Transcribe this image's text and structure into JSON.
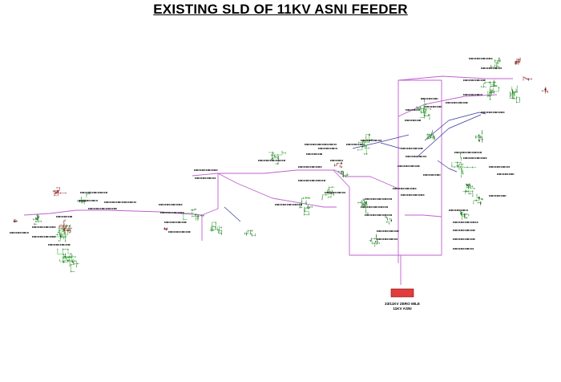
{
  "title": "EXISTING SLD OF 11KV ASNI FEEDER",
  "source": {
    "line1": "33/11KV ZERO MILE",
    "line2": "11KV ASNI"
  },
  "colors": {
    "trunk": "#c060d0",
    "branch": "#2fb82f",
    "ht_line": "#3535a0",
    "lt_line": "#d83030",
    "source_fill": "#e23c3c",
    "tick": "#101010"
  }
}
